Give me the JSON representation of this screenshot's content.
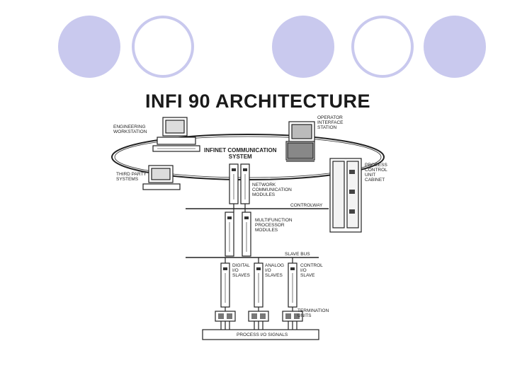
{
  "title": "INFI 90 ARCHITECTURE",
  "labels": {
    "engineering": [
      "ENGINEERING",
      "WORKSTATION"
    ],
    "operator": [
      "OPERATOR",
      "INTERFACE",
      "STATION"
    ],
    "infinet": [
      "INFINET COMMUNICATION",
      "SYSTEM"
    ],
    "third_party": [
      "THIRD PARTY",
      "SYSTEMS"
    ],
    "process_control": [
      "PROCESS",
      "CONTROL",
      "UNIT",
      "CABINET"
    ],
    "network": [
      "NETWORK",
      "COMMUNICATION",
      "MODULES"
    ],
    "controlway": "CONTROLWAY",
    "multifunction": [
      "MULTIFUNCTION",
      "PROCESSOR",
      "MODULES"
    ],
    "slave_bus": "SLAVE BUS",
    "digital": [
      "DIGITAL",
      "I/O",
      "SLAVES"
    ],
    "analog": [
      "ANALOG",
      "I/O",
      "SLAVES"
    ],
    "control": [
      "CONTROL",
      "I/O",
      "SLAVE"
    ],
    "termination": [
      "TERMINATION",
      "UNITS"
    ],
    "process_signals": "PROCESS I/O SIGNALS"
  },
  "colors": {
    "circle": "#c9c9ee",
    "ink": "#222222"
  }
}
